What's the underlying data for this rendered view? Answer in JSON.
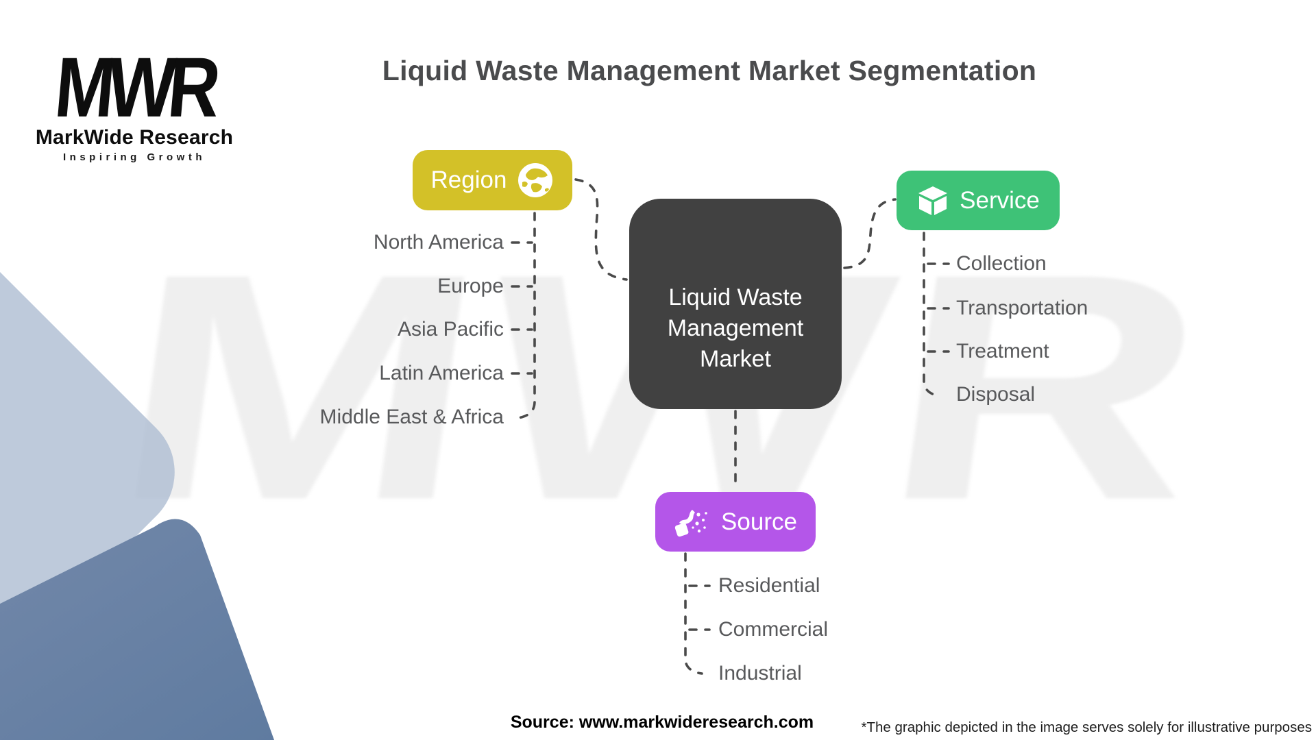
{
  "page": {
    "title": "Liquid Waste Management Market Segmentation"
  },
  "logo": {
    "mark": "MWR",
    "name": "MarkWide Research",
    "tagline": "Inspiring Growth"
  },
  "watermark": "MWR",
  "center": {
    "label": "Liquid Waste\nManagement\nMarket"
  },
  "branches": [
    {
      "id": "region",
      "label": "Region",
      "color": "#d3c128",
      "icon": "globe-icon",
      "children": [
        "North America",
        "Europe",
        "Asia Pacific",
        "Latin America",
        "Middle East & Africa"
      ]
    },
    {
      "id": "service",
      "label": "Service",
      "color": "#3ec277",
      "icon": "cube-icon",
      "children": [
        "Collection",
        "Transportation",
        "Treatment",
        "Disposal"
      ]
    },
    {
      "id": "source",
      "label": "Source",
      "color": "#b456e9",
      "icon": "splash-icon",
      "children": [
        "Residential",
        "Commercial",
        "Industrial"
      ]
    }
  ],
  "footer": {
    "source": "Source: www.markwideresearch.com",
    "disclaimer": "*The graphic depicted in the image serves solely for illustrative purposes"
  },
  "colors": {
    "center_bg": "#414141",
    "region_accent": "#d3c128",
    "service_accent": "#3ec277",
    "source_accent": "#b456e9",
    "connector": "#4a4a4a",
    "title_text": "#4a4b4d",
    "child_text": "#58595b",
    "watermark_gray": "#efefef",
    "corner_light": "#acbbd1",
    "corner_dark": "#6a84a6"
  }
}
